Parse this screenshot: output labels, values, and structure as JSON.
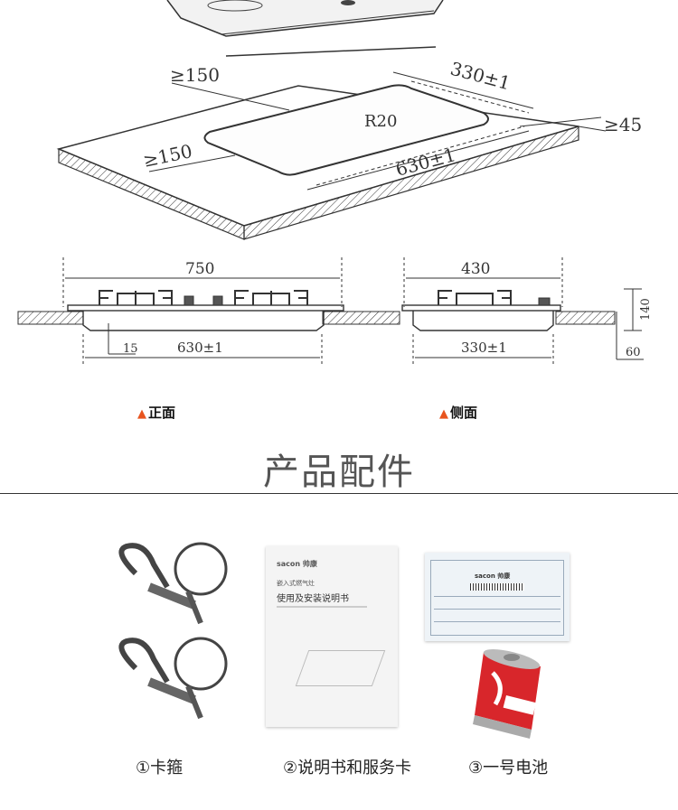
{
  "diagram": {
    "top_labels": {
      "clearance_back": "≥150",
      "clearance_front": "≥150",
      "cutout_depth": "330±1",
      "corner_radius": "R20",
      "cutout_width": "630±1",
      "clearance_side": "≥45"
    },
    "front_view": {
      "overall_width": "750",
      "inset": "15",
      "cutout_width": "630±1",
      "label": "正面"
    },
    "side_view": {
      "overall_depth": "430",
      "height": "140",
      "below": "60",
      "cutout_depth": "330±1",
      "label": "侧面"
    },
    "marker_symbol": "▲"
  },
  "accessories": {
    "title": "产品配件",
    "items": [
      {
        "caption": "①卡箍"
      },
      {
        "caption": "②说明书和服务卡"
      },
      {
        "caption": "③一号电池"
      }
    ],
    "manual": {
      "brand": "sacon 帅康",
      "subtitle": "嵌入式燃气灶",
      "title": "使用及安装说明书"
    },
    "card": {
      "brand": "sacon 帅康"
    }
  },
  "colors": {
    "accent": "#e8541e",
    "battery_red": "#d8262b",
    "line": "#333333"
  }
}
